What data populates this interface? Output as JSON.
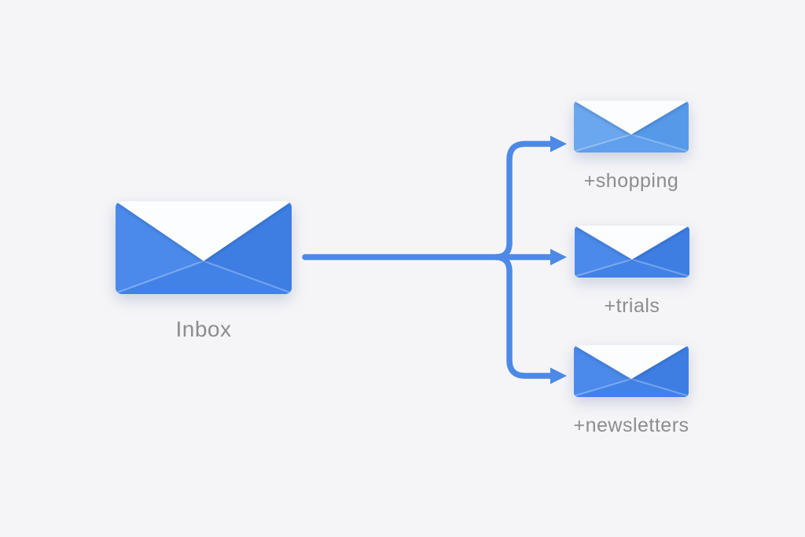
{
  "diagram": {
    "source": {
      "label": "Inbox",
      "icon": "envelope-icon"
    },
    "targets": [
      {
        "label": "+shopping",
        "icon": "envelope-icon",
        "envelope_style": "light-blue"
      },
      {
        "label": "+trials",
        "icon": "envelope-icon",
        "envelope_style": "blue"
      },
      {
        "label": "+newsletters",
        "icon": "envelope-icon",
        "envelope_style": "blue"
      }
    ],
    "colors": {
      "background": "#f5f5f7",
      "arrow": "#4d89e6",
      "label_text": "#8c8c91",
      "envelope_blue": "#4182e6",
      "envelope_blue_light": "#5f9fec",
      "flap_white": "#fcfdfe"
    }
  }
}
